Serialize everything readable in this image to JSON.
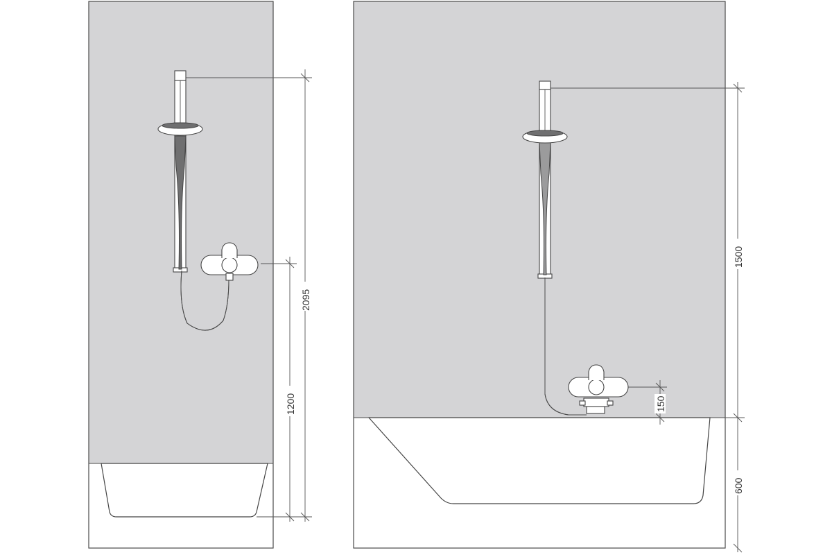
{
  "diagrams": [
    {
      "id": "shower-installation",
      "dimensions": {
        "overall_height": "2095",
        "mixer_height": "1200"
      }
    },
    {
      "id": "bathtub-installation",
      "dimensions": {
        "rail_height": "1500",
        "mixer_above_tub": "150",
        "tub_height": "600"
      }
    }
  ],
  "colors": {
    "wall": "#d4d4d6",
    "lines": "#4a4a4a",
    "fixture": "#ffffff"
  }
}
